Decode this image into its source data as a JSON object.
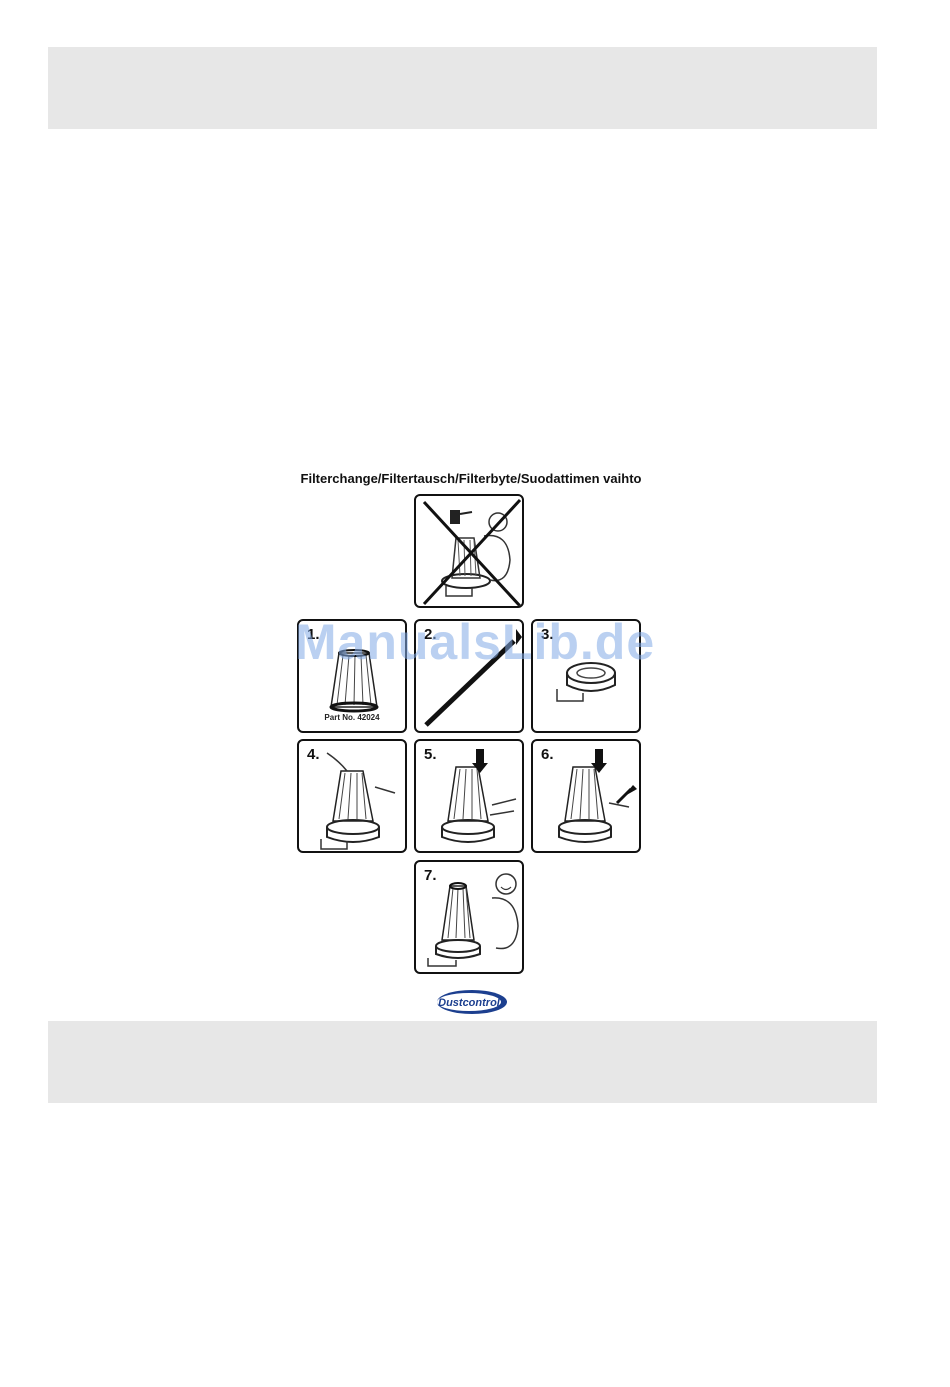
{
  "page": {
    "title": "Filterchange/Filtertausch/Filterbyte/Suodattimen vaihto"
  },
  "steps": [
    {
      "number": "1.",
      "caption": "Part No. 42024"
    },
    {
      "number": "2."
    },
    {
      "number": "3."
    },
    {
      "number": "4."
    },
    {
      "number": "5."
    },
    {
      "number": "6."
    },
    {
      "number": "7."
    }
  ],
  "watermark": "ManualsLib.de",
  "logo": {
    "text": "Dustcontrol",
    "color": "#1c3f8f"
  },
  "colors": {
    "band": "#e7e7e7",
    "ink": "#111111"
  }
}
